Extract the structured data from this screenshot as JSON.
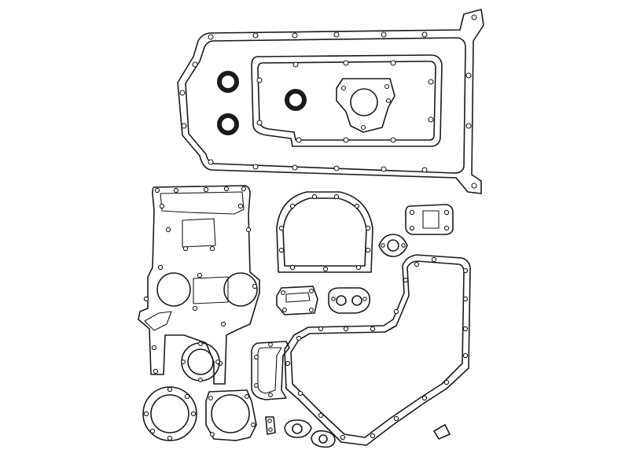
{
  "figure": {
    "subject": "gasket-set-parts-drawing",
    "stroke_color": "#1a1a1a",
    "background_color": "#ffffff",
    "parts": [
      "oil-pan-gasket",
      "rocker-cover-gasket",
      "crankshaft-seal-upper",
      "crankshaft-seal-lower",
      "valve-stem-seal",
      "water-pump-plate-gasket",
      "timing-case-gasket",
      "front-cover-gasket",
      "thermostat-housing-gasket",
      "small-flange-gasket",
      "oil-filter-adapter-gasket",
      "three-hole-gasket",
      "sump-gasket",
      "crankcase-side-gasket",
      "round-flange-gasket",
      "pump-mounting-gasket",
      "small-cover-gasket",
      "mini-gasket",
      "connector-gasket",
      "two-hole-gasket",
      "drain-plug"
    ]
  }
}
